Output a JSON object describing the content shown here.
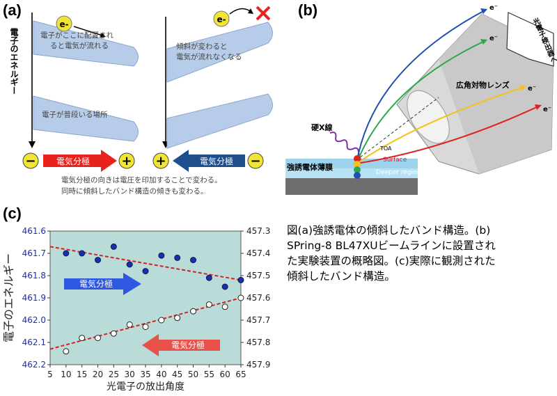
{
  "panel_a": {
    "label": "(a)",
    "y_axis_label": "電子のエネルギー",
    "electron": "e-",
    "text_top_left_1": "電子がここに配置され",
    "text_top_left_2": "ると電気が流れる",
    "text_bottom_left": "電子が普段いる場所",
    "text_top_right_1": "傾斜が変わると",
    "text_top_right_2": "電気が流れなくなる",
    "minus": "−",
    "plus": "+",
    "arrow_label": "電気分極",
    "note_1": "電気分極の向きは電圧を印加することで変わる。",
    "note_2": "同時に傾斜したバンド構造の傾きも変わる。",
    "colors": {
      "band": "#b7cce9",
      "red_arrow": "#e8231e",
      "blue_arrow": "#1e4f8c",
      "circle": "#f2e433"
    }
  },
  "panel_b": {
    "label": "(b)",
    "electron": "e⁻",
    "detector_label": "光電子検出器へ",
    "lens_label": "広角対物レンズ",
    "xray_label": "硬X線",
    "film_label": "強誘電体薄膜",
    "angle_label": "TOA",
    "surface_label": "Surface",
    "deeper_label": "Deeper region",
    "ray_colors": [
      "#1f4fb0",
      "#2aa84a",
      "#f5c21a",
      "#e02020"
    ]
  },
  "panel_c": {
    "label": "(c)",
    "arrow_label": "電気分極"
  },
  "caption": {
    "line1": "図(a)強誘電体の傾斜したバンド構造。(b)",
    "line2": "SPring-8 BL47XUビームラインに設置され",
    "line3": "た実験装置の概略図。(c)実際に観測された",
    "line4": "傾斜したバンド構造。"
  },
  "chart_data": {
    "type": "scatter",
    "xlabel": "光電子の放出角度",
    "ylabel": "電子のエネルギー",
    "xlim": [
      5,
      65
    ],
    "x_ticks": [
      "5",
      "10",
      "15",
      "20",
      "25",
      "30",
      "35",
      "40",
      "45",
      "50",
      "55",
      "60",
      "65"
    ],
    "ylim_left": [
      461.6,
      462.2
    ],
    "y_ticks_left": [
      "461.6",
      "461.7",
      "461.8",
      "461.9",
      "462.0",
      "462.1",
      "462.2"
    ],
    "ylim_right": [
      457.3,
      457.9
    ],
    "y_ticks_right": [
      "457.3",
      "457.4",
      "457.5",
      "457.6",
      "457.7",
      "457.8",
      "457.9"
    ],
    "y_inverted": true,
    "grid": false,
    "background": "#b9dcd8",
    "series": [
      {
        "axis": "left",
        "marker": "filled",
        "color": "#1a2fa8",
        "x": [
          10,
          15,
          20,
          25,
          30,
          35,
          40,
          45,
          50,
          55,
          60,
          65
        ],
        "y": [
          461.7,
          461.7,
          461.73,
          461.67,
          461.75,
          461.78,
          461.71,
          461.72,
          461.73,
          461.81,
          461.85,
          461.82
        ]
      },
      {
        "axis": "left",
        "marker": "open",
        "color": "#ffffff",
        "x": [
          10,
          15,
          20,
          25,
          30,
          35,
          40,
          45,
          50,
          55,
          60,
          65
        ],
        "y": [
          462.14,
          462.08,
          462.08,
          462.06,
          462.02,
          462.03,
          462.0,
          461.99,
          461.96,
          461.93,
          461.94,
          461.9
        ]
      }
    ],
    "trendlines": [
      {
        "color": "#d42020",
        "x": [
          5,
          65
        ],
        "y": [
          461.67,
          461.82
        ]
      },
      {
        "color": "#d42020",
        "x": [
          5,
          65
        ],
        "y": [
          462.13,
          461.9
        ]
      }
    ]
  }
}
